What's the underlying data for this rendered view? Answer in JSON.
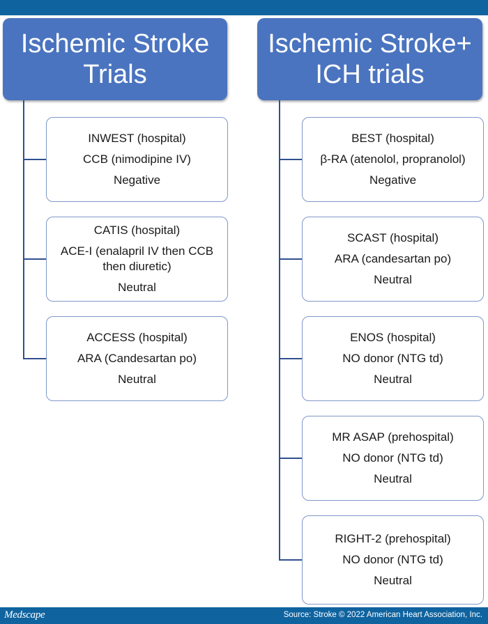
{
  "left": {
    "header": "Ischemic Stroke\nTrials",
    "trials": [
      {
        "name": "INWEST (hospital)",
        "drug": "CCB (nimodipine IV)",
        "result": "Negative"
      },
      {
        "name": "CATIS (hospital)",
        "drug": "ACE-I (enalapril IV then CCB\nthen diuretic)",
        "result": "Neutral"
      },
      {
        "name": "ACCESS (hospital)",
        "drug": "ARA (Candesartan po)",
        "result": "Neutral"
      }
    ]
  },
  "right": {
    "header": "Ischemic Stroke+\nICH trials",
    "trials": [
      {
        "name": "BEST (hospital)",
        "drug": "β-RA (atenolol, propranolol)",
        "result": "Negative"
      },
      {
        "name": "SCAST (hospital)",
        "drug": "ARA (candesartan po)",
        "result": "Neutral"
      },
      {
        "name": "ENOS (hospital)",
        "drug": "NO donor (NTG td)",
        "result": "Neutral"
      },
      {
        "name": "MR ASAP (prehospital)",
        "drug": "NO donor (NTG td)",
        "result": "Neutral"
      },
      {
        "name": "RIGHT-2 (prehospital)",
        "drug": "NO donor (NTG td)",
        "result": "Neutral"
      }
    ]
  },
  "footer": {
    "brand": "Medscape",
    "source": "Source: Stroke © 2022 American Heart Association, Inc."
  },
  "colors": {
    "header_bg": "#4a74bf",
    "bar_bg": "#0f639f",
    "box_border": "#7f97c8",
    "connector": "#2f4f8f"
  }
}
